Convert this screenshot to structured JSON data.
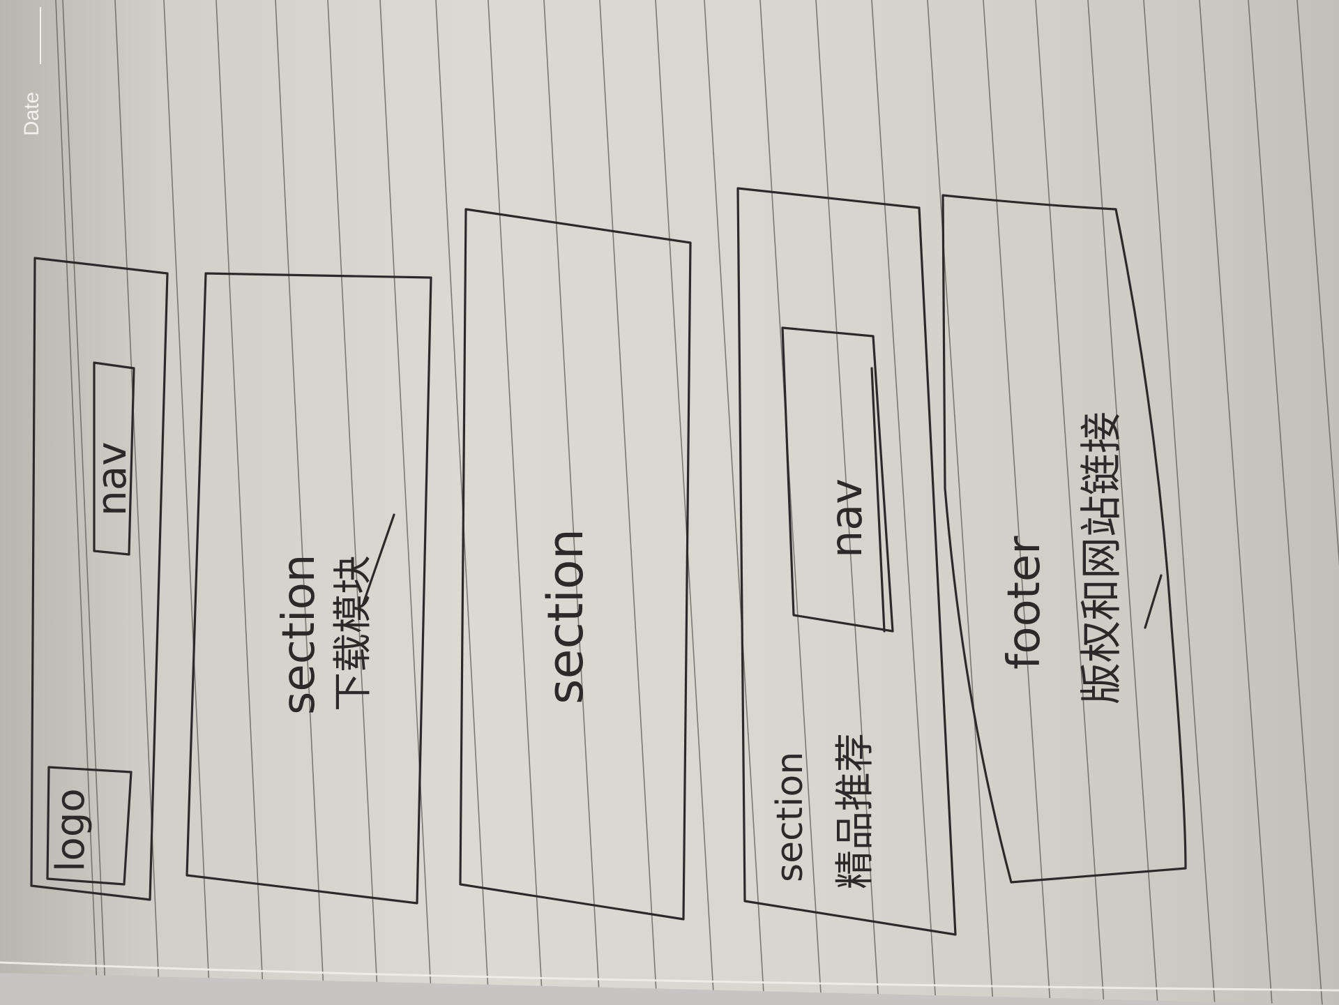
{
  "date_label": "Date",
  "header": {
    "logo_label": "logo",
    "nav_label": "nav"
  },
  "sections": [
    {
      "label": "section",
      "note": "下载模块"
    },
    {
      "label": "section",
      "note": ""
    },
    {
      "label": "section",
      "note": "精品推荐",
      "nav_label": "nav"
    }
  ],
  "footer": {
    "label": "footer",
    "note": "版权和网站链接"
  },
  "colors": {
    "paper": "#d9d6d0",
    "ink": "#2b2a28",
    "rule_lines": "#5a5853"
  }
}
